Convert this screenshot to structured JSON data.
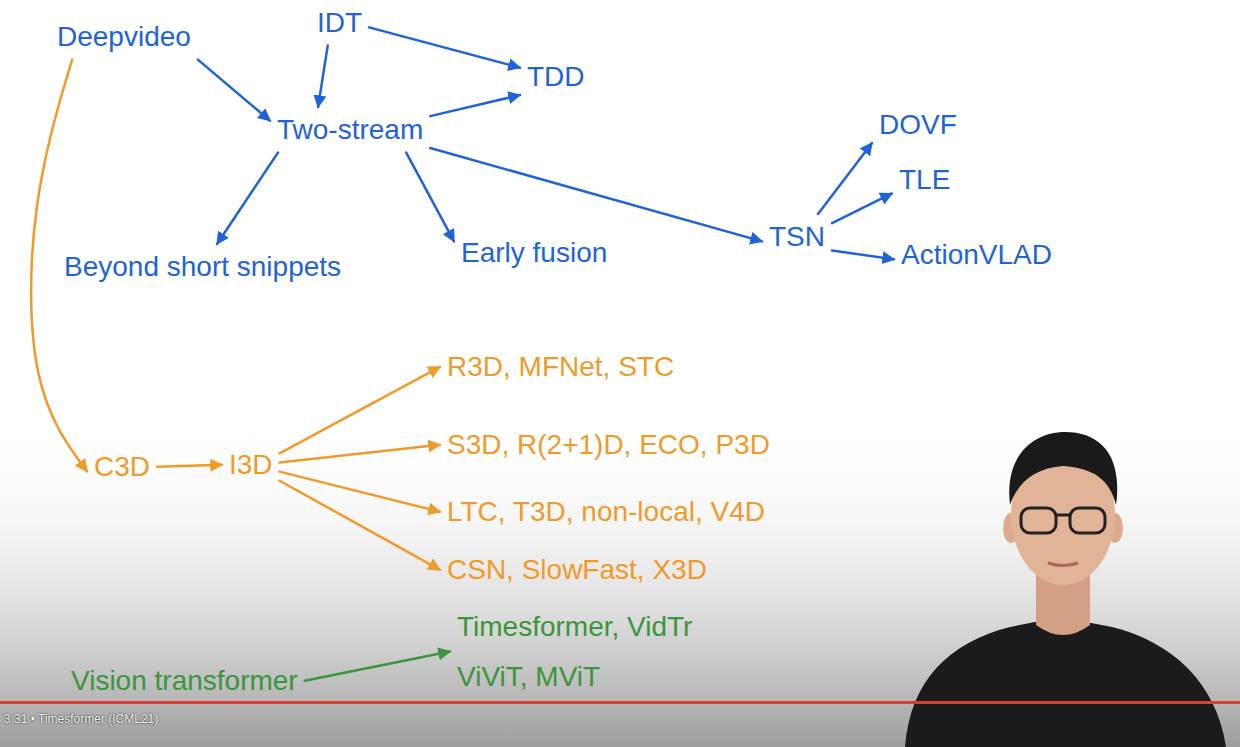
{
  "diagram": {
    "nodes": [
      {
        "text": [
          "Deepvideo"
        ]
      },
      {
        "text": [
          "IDT"
        ]
      },
      {
        "text": [
          "TDD"
        ]
      },
      {
        "text": [
          "Two-stream"
        ]
      },
      {
        "text": [
          "DOVF"
        ]
      },
      {
        "text": [
          "TLE"
        ]
      },
      {
        "text": [
          "Beyond short snippets"
        ]
      },
      {
        "text": [
          "Early fusion"
        ]
      },
      {
        "text": [
          "TSN"
        ]
      },
      {
        "text": [
          "ActionVLAD"
        ]
      },
      {
        "text": [
          "R3D, MFNet, STC"
        ]
      },
      {
        "text": [
          "C3D"
        ]
      },
      {
        "text": [
          "I3D"
        ]
      },
      {
        "text": [
          "S3D, R(2+1)D, ECO, P3D"
        ]
      },
      {
        "text": [
          "LTC, T3D, non-local, V4D"
        ]
      },
      {
        "text": [
          "CSN, SlowFast, X3D"
        ]
      },
      {
        "text": [
          "Timesformer, VidTr",
          "ViViT, MViT"
        ]
      },
      {
        "text": [
          "Vision transformer"
        ]
      }
    ],
    "edges": [
      {
        "from": 0,
        "to": 3,
        "arrow": "to"
      },
      {
        "from": 1,
        "to": 3,
        "arrow": "to"
      },
      {
        "from": 1,
        "to": 2,
        "arrow": "to"
      },
      {
        "from": 3,
        "to": 2,
        "arrow": "to"
      },
      {
        "from": 3,
        "to": 6,
        "arrow": "to"
      },
      {
        "from": 3,
        "to": 7,
        "arrow": "to"
      },
      {
        "from": 3,
        "to": 8,
        "arrow": "to"
      },
      {
        "from": 8,
        "to": 4,
        "arrow": "to"
      },
      {
        "from": 8,
        "to": 5,
        "arrow": "to"
      },
      {
        "from": 8,
        "to": 9,
        "arrow": "to"
      },
      {
        "from": 0,
        "to": 11,
        "arrow": "to"
      },
      {
        "from": 11,
        "to": 12,
        "arrow": "to"
      },
      {
        "from": 12,
        "to": 10,
        "arrow": "to"
      },
      {
        "from": 12,
        "to": 13,
        "arrow": "to"
      },
      {
        "from": 12,
        "to": 14,
        "arrow": "to"
      },
      {
        "from": 12,
        "to": 15,
        "arrow": "to"
      },
      {
        "from": 17,
        "to": 16,
        "arrow": "to"
      }
    ],
    "labels": [
      "3:31 • Timesformer (ICML21)"
    ]
  }
}
